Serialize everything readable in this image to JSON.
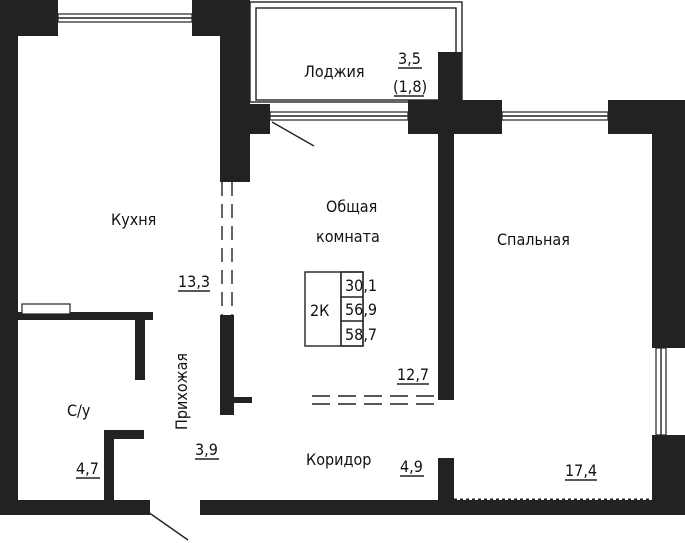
{
  "colors": {
    "wall": "#222222",
    "line": "#222222",
    "background": "#ffffff"
  },
  "rooms": {
    "loggia": {
      "name": "Лоджия",
      "area": "3,5",
      "area_reduced": "(1,8)"
    },
    "kitchen": {
      "name": "Кухня",
      "area": "13,3"
    },
    "living": {
      "name_line1": "Общая",
      "name_line2": "комната",
      "area": "12,7"
    },
    "bedroom": {
      "name": "Спальная",
      "area": "17,4"
    },
    "hallway": {
      "name": "Прихожая",
      "area": "3,9"
    },
    "corridor": {
      "name": "Коридор",
      "area": "4,9"
    },
    "bathroom": {
      "name": "С/у",
      "area": "4,7"
    }
  },
  "summary": {
    "type": "2К",
    "living_area": "30,1",
    "total_area": "56,9",
    "total_with_loggia": "58,7"
  }
}
